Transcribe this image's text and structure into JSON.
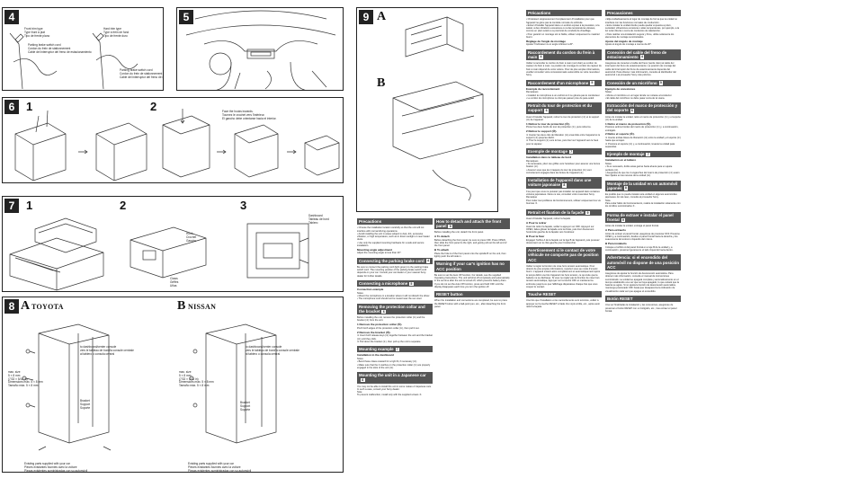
{
  "panels": {
    "p4": {
      "num": "4",
      "labels": {
        "front_trim": "Front trim type\nType front à plat\nTipo de frente plano",
        "hard_trim": "Hard trim type\nType à frein de fond\nTipo de frente duro",
        "parking_left": "Parking brake switch cord\nCordon du frein de stationnement\nCable del interruptor del freno de estacionamiento",
        "parking_right": "Parking brake switch cord\nCordon du frein de stationnement\nCable del interruptor del freno de estacionamiento"
      }
    },
    "p5": {
      "num": "5"
    },
    "p6": {
      "num": "6",
      "sub1": "1",
      "sub2": "2",
      "labels": {
        "face": "Face the hooks inwards.\nTournez le crochet vers l'intérieur.\nEl gancho debe orientarse hacia el interior."
      }
    },
    "p7": {
      "num": "7",
      "sub1": "1",
      "sub2": "2",
      "sub3": "3",
      "labels": {
        "hook": "Hook\nCrochet\nGancho",
        "dashboard": "Dashboard\nTableau de bord\nTablero",
        "claw": "Claws\nGriffes\nUñas"
      }
    },
    "p8": {
      "num": "8",
      "subA": "A",
      "carA": "TOYOTA",
      "subB": "B",
      "carB": "NISSAN",
      "labels": {
        "hex": "max. size\n5 × 8 mm\n(7/32 × 5/16 in)\nDimensions max. 5 × 8 mm\nTamaño máx. 5 × 8 mm",
        "existing": "Existing parts supplied with your car\nPièces existantes fournies avec la voiture\nPiezas existentes suministradas con su automóvil",
        "bracket": "Bracket\nSupport\nSoporte",
        "dash": "to dashboard/center console\nvers le tableau de bord/la console centrale\nal tablero o consola central"
      }
    },
    "p9": {
      "num": "9",
      "subA": "A",
      "subB": "B"
    }
  },
  "english": {
    "col1": [
      {
        "type": "hdr",
        "text": "Precautions"
      },
      {
        "type": "tx",
        "text": "• Choose the installation location carefully so that the unit will not interfere with normal driving operations."
      },
      {
        "type": "tx",
        "text": "• Avoid installing the unit in areas subject to dust, dirt, excessive vibration, or high temperature, such as in direct sunlight or near heater ducts."
      },
      {
        "type": "tx",
        "text": "• Use only the supplied mounting hardware for a safe and secure installation."
      },
      {
        "type": "bx",
        "text": "Mounting angle adjustment"
      },
      {
        "type": "tx",
        "text": "Adjust the mounting angle to less than 20°."
      },
      {
        "type": "hdr",
        "text": "Connecting the parking brake cord",
        "step": "4"
      },
      {
        "type": "tx",
        "text": "Be sure to connect the parking cord (light green) to the parking brake switch cord. The mounting position of the parking brake switch cord depends on your car. Consult your car dealer or your nearest Sony dealer for further details."
      },
      {
        "type": "hdr",
        "text": "Connecting a microphone",
        "step": "5"
      },
      {
        "type": "bx",
        "text": "Connection example"
      },
      {
        "type": "tx",
        "text": "Notes\n• Mount the microphone in a location where it will not disturb the driver.\n• The microphone cord should not be routed near the sun visor."
      },
      {
        "type": "hdr",
        "text": "Removing the protection collar and the bracket",
        "step": "6"
      },
      {
        "type": "tx",
        "text": "Before installing the unit, remove the protection collar (①) and the bracket (②) from the unit."
      },
      {
        "type": "bx",
        "text": "1  Remove the protection collar (①)."
      },
      {
        "type": "tx",
        "text": "Pinch both edges of the protection collar (①), then pull it out."
      },
      {
        "type": "bx",
        "text": "2  Remove the bracket (②)."
      },
      {
        "type": "tx",
        "text": "① Insert both release keys (③) together between the unit and the bracket (②) until they click.\n② Pull down the bracket (②), then pull up the unit to separate."
      },
      {
        "type": "hdr",
        "text": "Mounting example",
        "step": "7"
      },
      {
        "type": "bx",
        "text": "Installation in the dashboard"
      },
      {
        "type": "tx",
        "text": "Notes\n• Bend these claws outward for a tight fit, if necessary (②).\n• Make sure that the 4 catches on the protection collar (①) are properly engaged in the slots of the unit (③)."
      },
      {
        "type": "hdr",
        "text": "Mounting the unit in a Japanese car",
        "step": "8"
      },
      {
        "type": "tx",
        "text": "You may not be able to install this unit in some makes of Japanese cars. In such a case, consult your Sony dealer."
      },
      {
        "type": "tx",
        "text": "Note\nTo prevent malfunction, install only with the supplied screws ⑦."
      }
    ],
    "col2": [
      {
        "type": "hdr",
        "text": "How to detach and attach the front panel",
        "step": "9"
      },
      {
        "type": "tx",
        "text": "Before installing the unit, detach the front panel."
      },
      {
        "type": "bx",
        "text": "A  To detach"
      },
      {
        "type": "tx",
        "text": "Before detaching the front panel, be sure to press OFF. Press OPEN, then slide the front panel to the right, and gently pull out the left end of the front panel."
      },
      {
        "type": "bx",
        "text": "B  To attach"
      },
      {
        "type": "tx",
        "text": "Place the hole A of the front panel onto the spindle B on the unit, then lightly push the left side in."
      },
      {
        "type": "hdr",
        "text": "Warning if your car's ignition has no ACC position"
      },
      {
        "type": "tx",
        "text": "Be sure to set the Auto Off function. For details, see the supplied Operating Instructions. The unit will shut off completely and automatically in the set time after the unit is turned off, which prevents battery drain.\nIf you do not set the Auto Off function, press and hold OFF until the display disappears each time you turn the ignition off."
      },
      {
        "type": "hdr",
        "text": "RESET button"
      },
      {
        "type": "tx",
        "text": "When the installation and connections are completed, be sure to press the RESET button with a ball-point pen, etc., after detaching the front panel."
      }
    ]
  },
  "french": {
    "col1": [
      {
        "type": "hdr",
        "text": "Précautions"
      },
      {
        "type": "tx",
        "text": "• Choisissez soigneusement l'emplacement d'installation pour que l'appareil ne gêne pas la conduite normale du véhicule.\n• Évitez d'installer l'appareil dans un endroit exposé à la poussière, à la saleté, à des vibrations excessives ou à des températures élevées, comme en plein soleil ou à proximité de conduits de chauffage.\n• Pour garantir un montage sûr et fiable, utilisez uniquement le matériel fourni."
      },
      {
        "type": "bx",
        "text": "Réglage de l'angle de montage"
      },
      {
        "type": "tx",
        "text": "Ajustez l'inclinaison à un angle inférieur à 20°."
      },
      {
        "type": "hdr",
        "text": "Raccordement du cordon du frein à main",
        "step": "4"
      },
      {
        "type": "tx",
        "text": "Veillez à raccorder le cordon du frein à main (vert clair) au cordon du capteur du frein à main. La position de montage du cordon du capteur du frein à main dépend de votre voiture. Pour de plus amples informations, veuillez consulter votre concessionnaire automobile ou votre revendeur Sony."
      },
      {
        "type": "hdr",
        "text": "Raccordement d'un microphone",
        "step": "5"
      },
      {
        "type": "bx",
        "text": "Exemple de raccordement"
      },
      {
        "type": "tx",
        "text": "Remarques\n• Installez le microphone à un endroit où il ne gênera pas le conducteur.\n• Le cordon du microphone ne doit pas passer près du pare-soleil."
      },
      {
        "type": "hdr",
        "text": "Retrait du tour de protection et du support",
        "step": "6"
      },
      {
        "type": "tx",
        "text": "Avant d'installer l'appareil, retirez le tour de protection (①) et le support (②) de l'appareil."
      },
      {
        "type": "bx",
        "text": "1  Retirez le tour de protection (①)."
      },
      {
        "type": "tx",
        "text": "Pincez les deux bords du tour de protection (①), puis retirez-le."
      },
      {
        "type": "bx",
        "text": "2  Retirez le support (②)."
      },
      {
        "type": "tx",
        "text": "① Insérez les deux clés de libération (③) ensemble entre l'appareil et le support (②) jusqu'au déclic.\n② Tirez le support (②) vers le bas, puis tirez sur l'appareil vers le haut pour le séparer."
      },
      {
        "type": "hdr",
        "text": "Exemple de montage",
        "step": "7"
      },
      {
        "type": "bx",
        "text": "Installation dans le tableau de bord"
      },
      {
        "type": "tx",
        "text": "Remarques\n• Si nécessaire, pliez ces griffes vers l'extérieur pour assurer une bonne fixation (②).\n• Assurez-vous que les 4 taquets du tour de protection (①) sont correctement engagés dans les fentes de l'appareil (③)."
      },
      {
        "type": "hdr",
        "text": "Installation de l'appareil dans une voiture japonaise",
        "step": "8"
      },
      {
        "type": "tx",
        "text": "Il se peut que vous ne puissiez pas installer cet appareil dans certaines voitures japonaises. Dans ce cas, consultez votre revendeur Sony."
      },
      {
        "type": "tx",
        "text": "Remarque\nPour éviter tout problème de fonctionnement, utilisez uniquement les vis fournies ⑦."
      }
    ],
    "col2": [
      {
        "type": "hdr",
        "text": "Retrait et fixation de la façade",
        "step": "9"
      },
      {
        "type": "tx",
        "text": "Avant d'installer l'appareil, retirez la façade."
      },
      {
        "type": "bx",
        "text": "A  Pour la retirer"
      },
      {
        "type": "tx",
        "text": "Avant de retirer la façade, veillez à appuyer sur OFF. Appuyez sur OPEN, faites glisser la façade vers la droite, puis tirez doucement l'extrémité gauche de la façade vers l'extérieur."
      },
      {
        "type": "bx",
        "text": "B  Pour la fixer"
      },
      {
        "type": "tx",
        "text": "Engagez l'orifice A de la façade sur la tige B de l'appareil, puis poussez doucement sur le côté gauche pour l'enclencher."
      },
      {
        "type": "hdr",
        "text": "Avertissement si le contact de votre véhicule ne comporte pas de position ACC"
      },
      {
        "type": "tx",
        "text": "Veillez à régler la fonction de mise hors tension automatique. Pour obtenir de plus amples informations, reportez-vous au mode d'emploi fourni. L'appareil s'éteint alors complètement et automatiquement après le temps défini une fois l'appareil mis hors tension, ce qui évite que la batterie ne se décharge. Si vous ne réglez pas la fonction de mise hors tension automatique, appuyez sur la touche OFF et maintenez-la enfoncée jusqu'à ce que l'affichage disparaisse chaque fois que vous coupez le contact."
      },
      {
        "type": "hdr",
        "text": "Touche RESET"
      },
      {
        "type": "tx",
        "text": "Une fois que l'installation et les raccordements sont terminés, veillez à appuyer sur la touche RESET à l'aide d'un stylo à bille, etc., après avoir retiré la façade."
      }
    ]
  },
  "spanish": {
    "col1": [
      {
        "type": "hdr",
        "text": "Precauciones"
      },
      {
        "type": "tx",
        "text": "• Elija cuidadosamente el lugar de montaje de forma que la unidad no interfiera con las funciones normales de conducción.\n• Evite instalar la unidad donde pueda quedar expuesta a polvo, suciedad, vibraciones excesivas o altas temperaturas, por ejemplo, a la luz solar directa o cerca de conductos de calefacción.\n• Para realizar una instalación segura y firme, utilice solamente los elementos de montaje suministrados."
      },
      {
        "type": "bx",
        "text": "Ajuste del ángulo de montaje"
      },
      {
        "type": "tx",
        "text": "Ajuste el ángulo de montaje a menos de 20°."
      },
      {
        "type": "hdr",
        "text": "Conexión del cable del freno de estacionamiento",
        "step": "4"
      },
      {
        "type": "tx",
        "text": "Asegúrese de conectar el cable del freno (verde claro) al cable del interruptor del freno de estacionamiento. La posición de montaje del cable del interruptor del freno de estacionamiento depende del automóvil. Para obtener más información, consulte al distribuidor del automóvil o al proveedor Sony más próximo."
      },
      {
        "type": "hdr",
        "text": "Conexión de un micrófono",
        "step": "5"
      },
      {
        "type": "bx",
        "text": "Ejemplo de conexiones"
      },
      {
        "type": "tx",
        "text": "Notas\n• Monte el micrófono en un lugar donde no moleste al conductor.\n• El cable del micrófono no debe pasar cerca de la visera."
      },
      {
        "type": "hdr",
        "text": "Extracción del marco de protección y del soporte",
        "step": "6"
      },
      {
        "type": "tx",
        "text": "Antes de instalar la unidad, retire el marco de protección (①) y el soporte (②) de la unidad."
      },
      {
        "type": "bx",
        "text": "1  Retire el marco de protección (①)."
      },
      {
        "type": "tx",
        "text": "Presione ambos bordes del marco de protección (①) y, a continuación, extráigalo."
      },
      {
        "type": "bx",
        "text": "2  Retire el soporte (②)."
      },
      {
        "type": "tx",
        "text": "① Inserte ambas llaves de liberación (③) entre la unidad y el soporte (②) hasta que encajen.\n② Presione el soporte (②) y, a continuación, levante la unidad para separarlas."
      },
      {
        "type": "hdr",
        "text": "Ejemplo de montaje",
        "step": "7"
      },
      {
        "type": "bx",
        "text": "Instalación en el tablero"
      },
      {
        "type": "tx",
        "text": "Notas\n• Si es necesario, doble estas garras hacia afuera para un ajuste perfecto (②).\n• Asegúrese de que los 4 enganches del marco de protección (①) estén bien fijados en las ranuras de la unidad (③)."
      },
      {
        "type": "hdr",
        "text": "Montaje de la unidad en un automóvil japonés",
        "step": "8"
      },
      {
        "type": "tx",
        "text": "Es posible que no pueda instalar esta unidad en algunos automóviles japoneses. En tal caso, consulte al proveedor Sony."
      },
      {
        "type": "tx",
        "text": "Nota\nPara evitar fallos de funcionamiento, realice la instalación solamente con los tornillos suministrados ⑦."
      }
    ],
    "col2": [
      {
        "type": "hdr",
        "text": "Forma de extraer e instalar el panel frontal",
        "step": "9"
      },
      {
        "type": "tx",
        "text": "Antes de instalar la unidad, extraiga el panel frontal."
      },
      {
        "type": "bx",
        "text": "A  Para extraerlo"
      },
      {
        "type": "tx",
        "text": "Antes de extraer el panel frontal, asegúrese de presionar OFF. Presione OPEN y, a continuación, deslice el panel frontal hacia la derecha y tire suavemente del extremo izquierdo del mismo."
      },
      {
        "type": "bx",
        "text": "B  Para instalarlo"
      },
      {
        "type": "tx",
        "text": "Coloque el orificio A del panel frontal en el eje B de la unidad y, a continuación, presione ligeramente el lado izquierdo hacia dentro."
      },
      {
        "type": "hdr",
        "text": "Advertencia: si el encendido del automóvil no dispone de una posición ACC"
      },
      {
        "type": "tx",
        "text": "Asegúrese de ajustar la función de desconexión automática. Para obtener más información, consulte el manual de instrucciones suministrado. La unidad se apagará completa y automáticamente en el tiempo establecido una vez que se haya apagado, lo que evitará que la batería se agote. Si no ajusta la función de desconexión automática, mantenga presionado OFF hasta que desaparezca la indicación de visualización cada vez que apague el encendido."
      },
      {
        "type": "hdr",
        "text": "Botón RESET"
      },
      {
        "type": "tx",
        "text": "Una vez finalizadas la instalación y las conexiones, asegúrese de presionar el botón RESET con un bolígrafo, etc., tras extraer el panel frontal."
      }
    ]
  }
}
